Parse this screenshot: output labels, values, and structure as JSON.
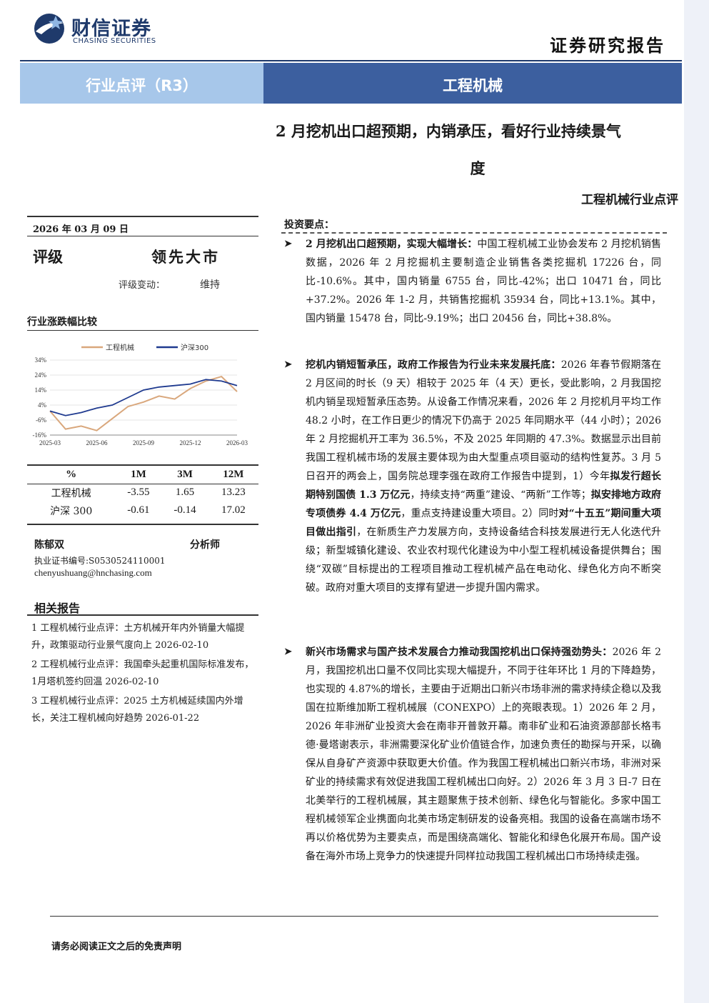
{
  "header": {
    "logo_cn": "财信证券",
    "logo_en": "CHASING SECURITIES",
    "report_type": "证券研究报告",
    "band_left": "行业点评（R3）",
    "band_right": "工程机械"
  },
  "title": {
    "line1": "2 月挖机出口超预期，内销承压，看好行业持续景气",
    "line2": "度",
    "subtitle": "工程机械行业点评"
  },
  "left": {
    "date": "2026 年 03 月 09 日",
    "rating_label": "评级",
    "rating_value": "领先大市",
    "rating_change_label": "评级变动：",
    "rating_change_value": "维持",
    "comparison_title": "行业涨跌幅比较",
    "table": {
      "headers": [
        "%",
        "1M",
        "3M",
        "12M"
      ],
      "rows": [
        {
          "name": "工程机械",
          "m1": "-3.55",
          "m3": "1.65",
          "m12": "13.23"
        },
        {
          "name": "沪深 300",
          "m1": "-0.61",
          "m3": "-0.14",
          "m12": "17.02"
        }
      ]
    },
    "analyst_name": "陈郁双",
    "analyst_role": "分析师",
    "cert": "执业证书编号:S0530524110001",
    "email": "chenyushuang@hnchasing.com",
    "related_title": "相关报告",
    "related": [
      "1 工程机械行业点评：土方机械开年内外销量大幅提升，政策驱动行业景气度向上 2026-02-10",
      "2 工程机械行业点评：我国牵头起重机国际标准发布，1月塔机签约回温 2026-02-10",
      "3 工程机械行业点评：2025 土方机械延续国内外增长，关注工程机械向好趋势 2026-01-22"
    ]
  },
  "chart_data": {
    "type": "line",
    "x": [
      "2025-03",
      "2025-04",
      "2025-05",
      "2025-06",
      "2025-07",
      "2025-08",
      "2025-09",
      "2025-10",
      "2025-11",
      "2025-12",
      "2026-01",
      "2026-02",
      "2026-03"
    ],
    "x_ticks": [
      "2025-03",
      "2025-06",
      "2025-09",
      "2025-12",
      "2026-03"
    ],
    "y_ticks": [
      "34%",
      "24%",
      "14%",
      "4%",
      "-6%",
      "-16%"
    ],
    "ylim": [
      -16,
      34
    ],
    "series": [
      {
        "name": "工程机械",
        "color": "#d9a77c",
        "values": [
          0,
          -12,
          -10,
          -13,
          -5,
          3,
          6,
          10,
          8,
          15,
          20,
          23,
          13
        ]
      },
      {
        "name": "沪深300",
        "color": "#1f3a8f",
        "values": [
          0,
          -3,
          -1,
          2,
          4,
          9,
          14,
          16,
          17,
          18,
          21,
          20,
          17
        ]
      }
    ]
  },
  "key_points": {
    "title": "投资要点：",
    "p1_head": "2 月挖机出口超预期，实现大幅增长：",
    "p1_text": "中国工程机械工业协会发布 2 月挖机销售数据，2026 年 2 月挖掘机主要制造企业销售各类挖掘机 17226 台，同比-10.6%。其中，国内销量 6755 台，同比-42%；出口 10471 台，同比+37.2%。2026 年 1-2 月，共销售挖掘机 35934 台，同比+13.1%。其中，国内销量 15478 台，同比-9.19%；出口 20456 台，同比+38.8%。",
    "p2_head": "挖机内销短暂承压，政府工作报告为行业未来发展托底：",
    "p2_text_a": "2026 年春节假期落在 2 月区间的时长（9 天）相较于 2025 年（4 天）更长，受此影响，2 月我国挖机内销呈现短暂承压态势。从设备工作情况来看，2026 年 2 月挖机月平均工作 48.2 小时，在工作日更少的情况下仍高于 2025 年同期水平（44 小时）；2026 年 2 月挖掘机开工率为 36.5%，不及 2025 年同期的 47.3%。数据显示出目前我国工程机械市场的发展主要体现为由大型重点项目驱动的结构性复苏。3 月 5 日召开的两会上，国务院总理李强在政府工作报告中提到，1）今年",
    "p2_bold_1": "拟发行超长期特别国债 1.3 万亿元",
    "p2_text_b": "，持续支持“两重”建设、“两新”工作等；",
    "p2_bold_2": "拟安排地方政府专项债券 4.4 万亿元",
    "p2_text_c": "，重点支持建设重大项目。2）同时",
    "p2_bold_3": "对“十五五”期间重大项目做出指引",
    "p2_text_d": "，在新质生产力发展方向，支持设备结合科技发展进行无人化迭代升级；新型城镇化建设、农业农村现代化建设为中小型工程机械设备提供舞台；围绕“双碳”目标提出的工程项目推动工程机械产品在电动化、绿色化方向不断突破。政府对重大项目的支撑有望进一步提升国内需求。",
    "p3_head": "新兴市场需求与国产技术发展合力推动我国挖机出口保持强劲势头：",
    "p3_text": "2026 年 2 月，我国挖机出口量不仅同比实现大幅提升，不同于往年环比 1 月的下降趋势，也实现的 4.87%的增长，主要由于近期出口新兴市场非洲的需求持续企稳以及我国在拉斯维加斯工程机械展（CONEXPO）上的亮眼表现。1）2026 年 2 月，2026 年非洲矿业投资大会在南非开普敦开幕。南非矿业和石油资源部部长格韦德·曼塔谢表示，非洲需要深化矿业价值链合作，加速负责任的勘探与开采，以确保从自身矿产资源中获取更大价值。作为我国工程机械出口新兴市场，非洲对采矿业的持续需求有效促进我国工程机械出口向好。2）2026 年 3 月 3 日-7 日在北美举行的工程机械展，其主题聚焦于技术创新、绿色化与智能化。多家中国工程机械领军企业携面向北美市场定制研发的设备亮相。我国的设备在高端市场不再以价格优势为主要卖点，而是围绕高端化、智能化和绿色化展开布局。国产设备在海外市场上竞争力的快速提升同样拉动我国工程机械出口市场持续走强。"
  },
  "footer": {
    "disclaimer": "请务必阅读正文之后的免责声明"
  },
  "colors": {
    "brand_navy": "#1f3a6b",
    "band_light": "#a7c7ea",
    "band_dark": "#3c5f9f"
  }
}
